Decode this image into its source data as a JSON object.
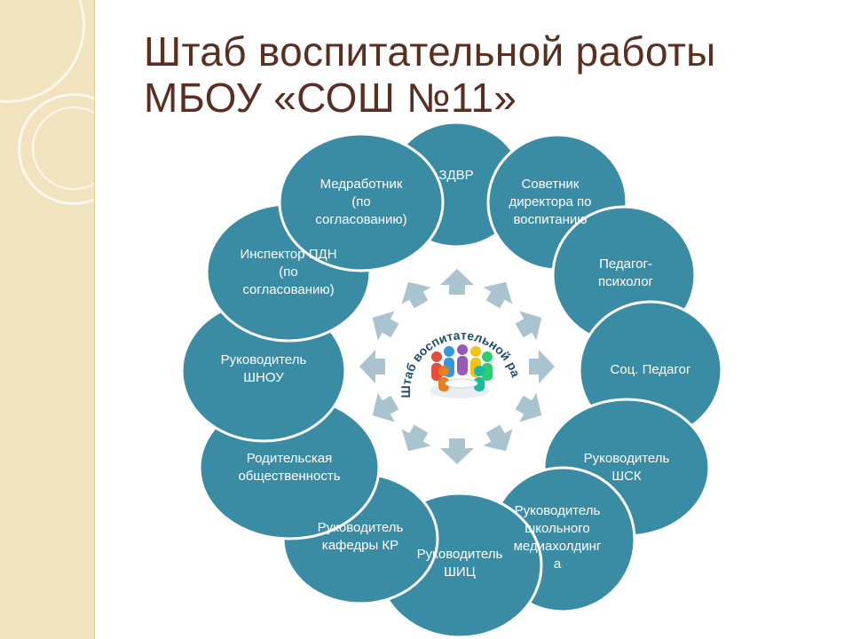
{
  "title": {
    "line1": "Штаб воспитательной работы",
    "line2": "МБОУ «СОШ №11»"
  },
  "center": {
    "text": "Штаб воспитательной работы",
    "icon": "team-meeting-icon"
  },
  "colors": {
    "node_fill": "#3a8ca5",
    "node_stroke": "#ffffff",
    "arrow_fill": "#a9c3cf",
    "side_band": "#f2e3bf",
    "title": "#5a2e20"
  },
  "nodes": [
    {
      "key": "zdvr",
      "label": "ЗДВР"
    },
    {
      "key": "advisor",
      "label": "Советник\nдиректора по\nвоспитанию"
    },
    {
      "key": "psychologist",
      "label": "Педагог-\nпсихолог"
    },
    {
      "key": "social-teacher",
      "label": "Соц. Педагог"
    },
    {
      "key": "head-shsk",
      "label": "Руководитель\nШСК"
    },
    {
      "key": "head-media",
      "label": "Руководитель\nшкольного\nмедиахолдинг\nа"
    },
    {
      "key": "head-shits",
      "label": "Руководитель\nШИЦ"
    },
    {
      "key": "head-kr",
      "label": "Руководитель\nкафедры КР"
    },
    {
      "key": "parents",
      "label": "Родительская\nобщественность"
    },
    {
      "key": "head-shnou",
      "label": "Руководитель\nШНОУ"
    },
    {
      "key": "inspector",
      "label": "Инспектор ПДН\n(по\nсогласованию)"
    },
    {
      "key": "medic",
      "label": "Медработник\n(по\nсогласованию)"
    }
  ]
}
